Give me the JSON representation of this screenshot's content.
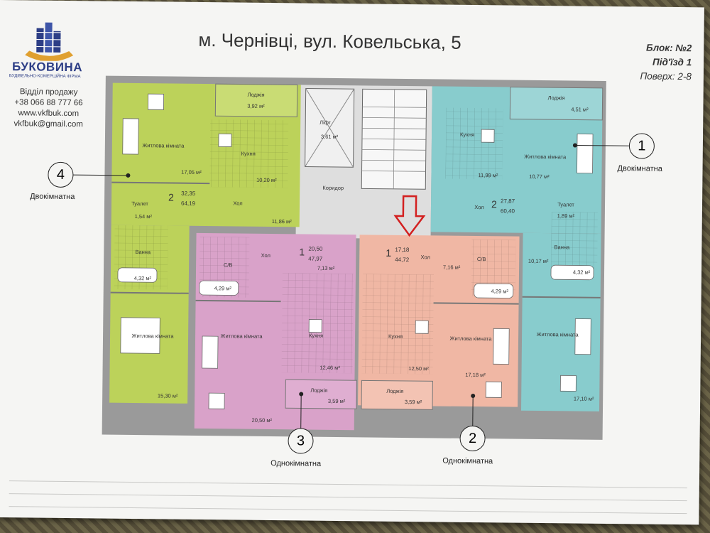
{
  "header": {
    "title": "м. Чернівці, вул. Ковельська, 5",
    "block": "Блок: №2",
    "entrance": "Під'їзд 1",
    "floor": "Поверх: 2-8"
  },
  "company": {
    "name": "БУКОВИНА",
    "subtitle": "БУДІВЕЛЬНО-КОМЕРЦІЙНА ФІРМА",
    "sales": "Відділ продажу",
    "phone": "+38 066 88 777 66",
    "site": "www.vkfbuk.com",
    "email": "vkfbuk@gmail.com"
  },
  "apartments": [
    {
      "number": "1",
      "type": "Двокімнатна"
    },
    {
      "number": "2",
      "type": "Однокімнатна"
    },
    {
      "number": "3",
      "type": "Однокімнатна"
    },
    {
      "number": "4",
      "type": "Двокімнатна"
    }
  ],
  "common": {
    "lift": "Ліфт",
    "lift_area": "3,61 м²",
    "corridor": "Коридор"
  },
  "labels": {
    "loggia": "Лоджія",
    "kitchen": "Кухня",
    "living": "Житлова кімната",
    "hall": "Хол",
    "bath": "Ванна",
    "toilet": "Туалет",
    "wc": "С/В"
  },
  "apt4": {
    "rooms": "2",
    "living_area": "32,35",
    "total_area": "64,19",
    "loggia": "3,92 м²",
    "kitchen": "10,20 м²",
    "living1": "17,05 м²",
    "living2": "15,30 м²",
    "hall": "11,86 м²",
    "toilet": "1,54 м²",
    "bath": "4,32 м²"
  },
  "apt3": {
    "rooms": "1",
    "living_area": "20,50",
    "total_area": "47,97",
    "hall": "7,13 м²",
    "wc": "4,29 м²",
    "kitchen": "12,46 м²",
    "living": "20,50 м²",
    "loggia": "3,59 м²"
  },
  "apt2": {
    "rooms": "1",
    "living_area": "17,18",
    "total_area": "44,72",
    "hall": "7,16 м²",
    "wc": "4,29 м²",
    "kitchen": "12,50 м²",
    "living": "17,18 м²",
    "loggia": "3,59 м²"
  },
  "apt1": {
    "rooms": "2",
    "living_area": "27,87",
    "total_area": "60,40",
    "loggia": "4,51 м²",
    "kitchen": "11,99 м²",
    "living1": "10,77 м²",
    "living2": "17,10 м²",
    "toilet": "1,89 м²",
    "bath": "4,32 м²",
    "hall": "10,17 м²"
  },
  "colors": {
    "apt4": "#bcd25a",
    "apt3": "#d9a2c9",
    "apt2": "#f0b7a4",
    "apt1": "#88cccd",
    "common": "#dedede",
    "arrow": "#d32020",
    "brand": "#2d3e86"
  }
}
